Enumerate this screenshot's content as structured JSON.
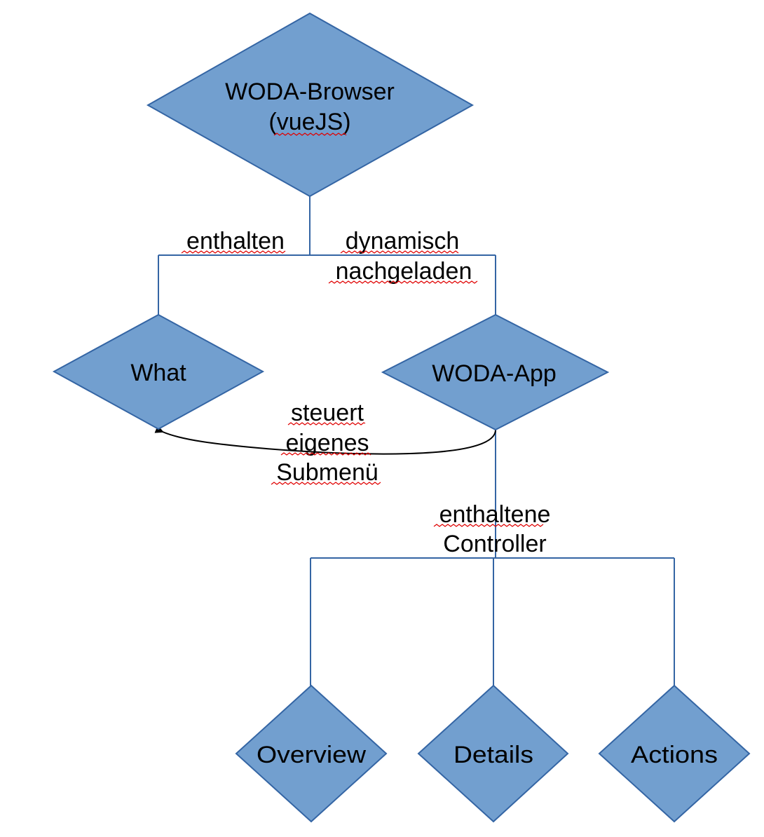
{
  "diagram": {
    "colors": {
      "node_fill": "#729fcf",
      "node_stroke": "#3465a4",
      "arrow": "#000000",
      "spellcheck_underline": "#e00000"
    },
    "nodes": {
      "browser": {
        "line1": "WODA-Browser",
        "line2": "(vueJS)"
      },
      "what": {
        "label": "What"
      },
      "app": {
        "label": "WODA-App"
      },
      "overview": {
        "label": "Overview"
      },
      "details": {
        "label": "Details"
      },
      "actions": {
        "label": "Actions"
      }
    },
    "edges": {
      "contains": {
        "label": "enthalten"
      },
      "dynamic": {
        "line1": "dynamisch",
        "line2": "nachgeladen"
      },
      "controls": {
        "line1": "steuert",
        "line2": "eigenes",
        "line3": "Submenü"
      },
      "controllers": {
        "line1": "enthaltene",
        "line2": "Controller"
      }
    }
  }
}
